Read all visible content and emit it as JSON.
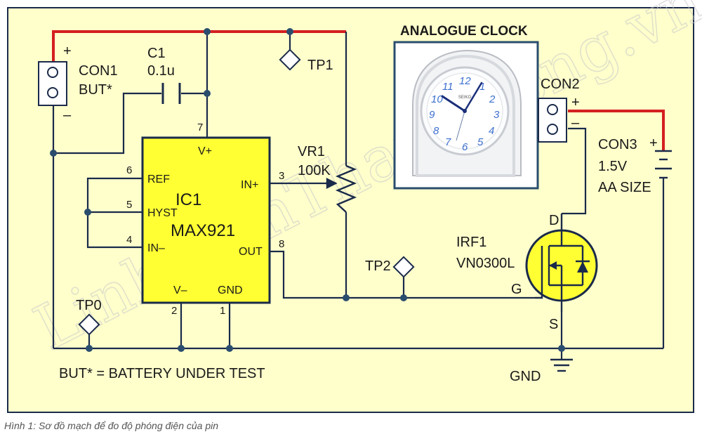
{
  "labels": {
    "con1": "CON1",
    "but": "BUT*",
    "c1": "C1",
    "c1_value": "0.1u",
    "tp1": "TP1",
    "tp0": "TP0",
    "tp2": "TP2",
    "analogue_clock": "ANALOGUE CLOCK",
    "con2": "CON2",
    "con3": "CON3",
    "battery_voltage": "1.5V",
    "battery_size": "AA SIZE",
    "vr1": "VR1",
    "vr1_value": "100K",
    "irf1": "IRF1",
    "irf1_part": "VN0300L",
    "gnd": "GND",
    "but_note": "BUT* = BATTERY UNDER TEST",
    "plus": "+",
    "minus": "–"
  },
  "ic1": {
    "name": "IC1",
    "part": "MAX921",
    "pins": {
      "vplus": "V+",
      "ref": "REF",
      "hyst": "HYST",
      "inminus": "IN–",
      "inplus": "IN+",
      "out": "OUT",
      "vminus": "V–",
      "gnd": "GND"
    },
    "pin_numbers": {
      "p7": "7",
      "p6": "6",
      "p5": "5",
      "p4": "4",
      "p3": "3",
      "p8": "8",
      "p2": "2",
      "p1": "1"
    }
  },
  "mosfet": {
    "d": "D",
    "g": "G",
    "s": "S"
  },
  "clock": {
    "brand": "SEIKO",
    "numerals": [
      "12",
      "1",
      "2",
      "3",
      "4",
      "5",
      "6",
      "7",
      "8",
      "9",
      "10",
      "11"
    ]
  },
  "watermark": "LinhKienThanhCong.vn",
  "caption": "Hình 1: Sơ đồ mạch để đo độ phóng điện của pin",
  "colors": {
    "background": "#ffffcc",
    "ic_fill": "#ffff33",
    "positive_wire": "#d42020",
    "wire": "#1a2a4a",
    "node": "#2a4d6e",
    "clock_blue": "#3d6fd0"
  }
}
